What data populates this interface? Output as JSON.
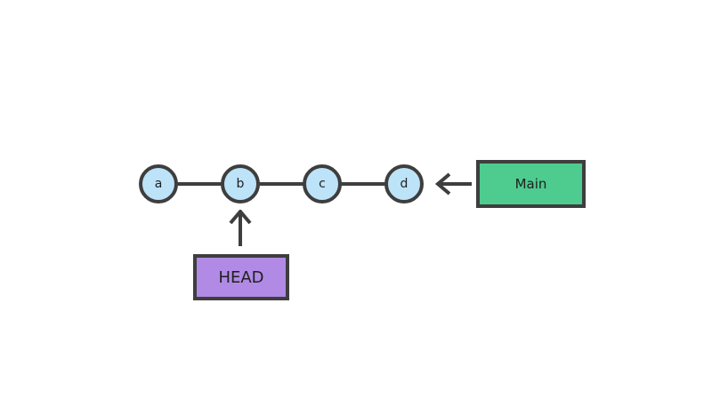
{
  "diagram": {
    "type": "git-commit-graph",
    "background_color": "#ffffff",
    "stroke_color": "#3e3e3e",
    "nodes": [
      {
        "label": "a",
        "fill": "#bde3f9"
      },
      {
        "label": "b",
        "fill": "#bde3f9"
      },
      {
        "label": "c",
        "fill": "#bde3f9"
      },
      {
        "label": "d",
        "fill": "#bde3f9"
      }
    ],
    "edges": [
      {
        "from": "a",
        "to": "b"
      },
      {
        "from": "b",
        "to": "c"
      },
      {
        "from": "c",
        "to": "d"
      }
    ],
    "pointers": [
      {
        "label": "Main",
        "fill": "#4ecb8f",
        "points_to": "d",
        "arrow_direction": "left"
      },
      {
        "label": "HEAD",
        "fill": "#b18ae5",
        "points_to": "b",
        "arrow_direction": "up"
      }
    ]
  }
}
